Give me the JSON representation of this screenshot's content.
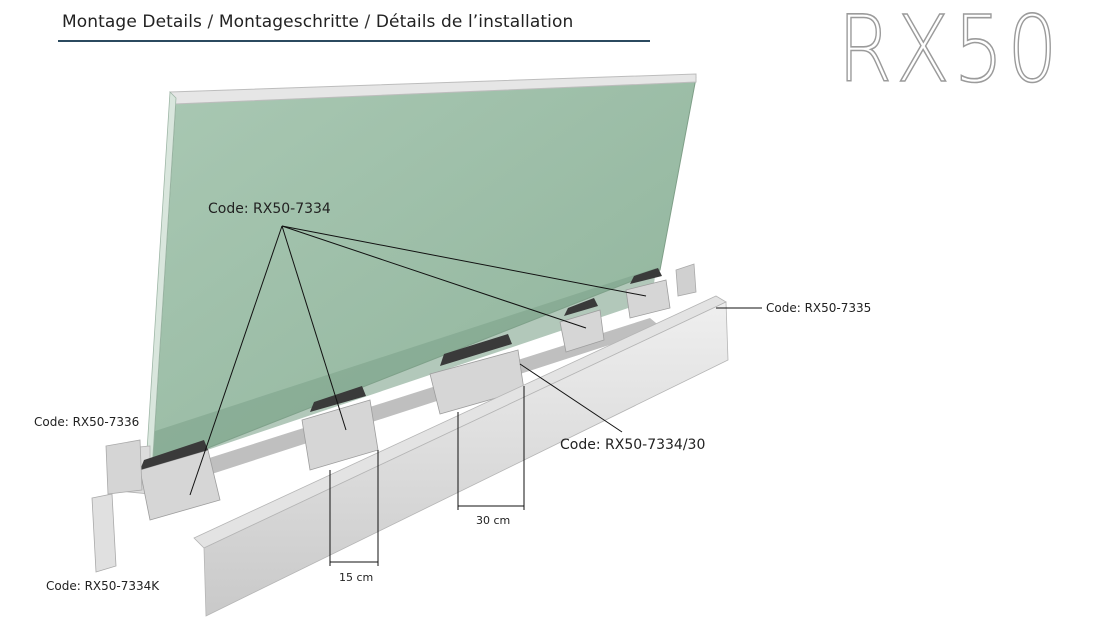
{
  "header": {
    "title_part1": "Montage Details",
    "sep1": " / ",
    "title_part2": "Montageschritte",
    "sep2": " / ",
    "title_part3": "Détails de l’installation",
    "rule_color": "#2b4a5f"
  },
  "brand": {
    "logo_text": "RX50"
  },
  "callouts": {
    "main": "Code: RX50-7334",
    "end_cap_right": "Code: RX50-7335",
    "end_cap_left": "Code: RX50-7336",
    "bracket_30": "Code: RX50-7334/30",
    "end_piece": "Code: RX50-7334K"
  },
  "dimensions": {
    "spacing_30": "30 cm",
    "spacing_15": "15 cm"
  },
  "colors": {
    "glass": "#9fbfa9",
    "glass_edge": "#c8dccd",
    "profile": "#d9d9d9",
    "profile_shade": "#b9b9b9",
    "gasket": "#2c2c2c"
  }
}
